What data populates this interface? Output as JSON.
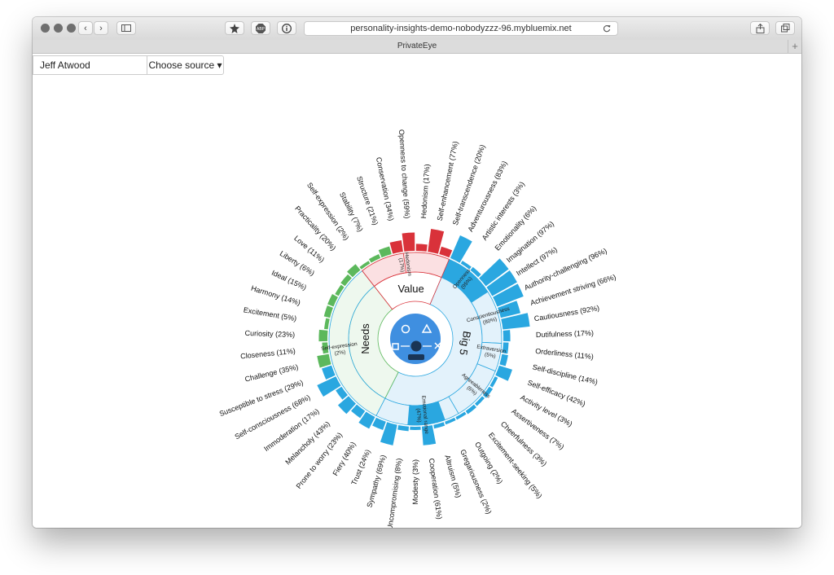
{
  "browser": {
    "url": "personality-insights-demo-nobodyzzz-96.mybluemix.net",
    "tab_title": "PrivateEye",
    "icons": [
      "sidebar-icon",
      "extension-icon",
      "abp-icon",
      "info-icon",
      "reload-icon",
      "share-icon",
      "tabs-icon"
    ]
  },
  "app": {
    "name_value": "Jeff Atwood",
    "source_label": "Choose source"
  },
  "colors": {
    "big5": "#2aa7e0",
    "needs": "#5cb85c",
    "values": "#d9323a",
    "avatar": "#3f8fe0"
  },
  "chart_data": {
    "type": "sunburst",
    "center": "avatar-icon",
    "sections": [
      {
        "name": "Big 5"
      },
      {
        "name": "Needs"
      },
      {
        "name": "Value"
      }
    ],
    "inner_ring": [
      {
        "name": "Openness",
        "value": "(95%)"
      },
      {
        "name": "Conscientiousness",
        "value": "(80%)"
      },
      {
        "name": "Extraversion",
        "value": "(5%)"
      },
      {
        "name": "Extraversion",
        "value": "(5%)"
      },
      {
        "name": "Agreeableness",
        "value": "(6%)"
      },
      {
        "name": "Emotional range",
        "value": "(47%)"
      },
      {
        "name": "Self-expression",
        "value": "(2%)"
      },
      {
        "name": "Hedonism",
        "value": "(17%)"
      }
    ],
    "facets": [
      "Adventurousness (83%)",
      "Artistic interests (3%)",
      "Emotionality (6%)",
      "Imagination (97%)",
      "Intellect (97%)",
      "Authority-challenging (96%)",
      "Achievement striving (66%)",
      "Cautiousness (92%)",
      "Dutifulness (17%)",
      "Orderliness (11%)",
      "Self-discipline (14%)",
      "Self-efficacy (42%)",
      "Activity level (3%)",
      "Assertiveness (7%)",
      "Cheerfulness (3%)",
      "Excitement-seeking (5%)",
      "Outgoing (2%)",
      "Gregariousness (2%)",
      "Altruism (5%)",
      "Cooperation (61%)",
      "Modesty (3%)",
      "Uncompromising (8%)",
      "Sympathy (69%)",
      "Trust (24%)",
      "Fiery (40%)",
      "Prone to worry (23%)",
      "Melancholy (43%)",
      "Immoderation (17%)",
      "Self-consciousness (68%)",
      "Susceptible to stress (29%)",
      "Challenge (35%)",
      "Closeness (11%)",
      "Curiosity (23%)",
      "Excitement (5%)",
      "Harmony (14%)",
      "Ideal (15%)",
      "Liberty (6%)",
      "Love (11%)",
      "Practicality (20%)",
      "Self-expression (2%)",
      "Stability (7%)",
      "Structure (21%)",
      "Conservation (34%)",
      "Openness to change (59%)",
      "Hedonism (17%)",
      "Self-enhancement (77%)",
      "Self-transcendence (20%)"
    ]
  }
}
